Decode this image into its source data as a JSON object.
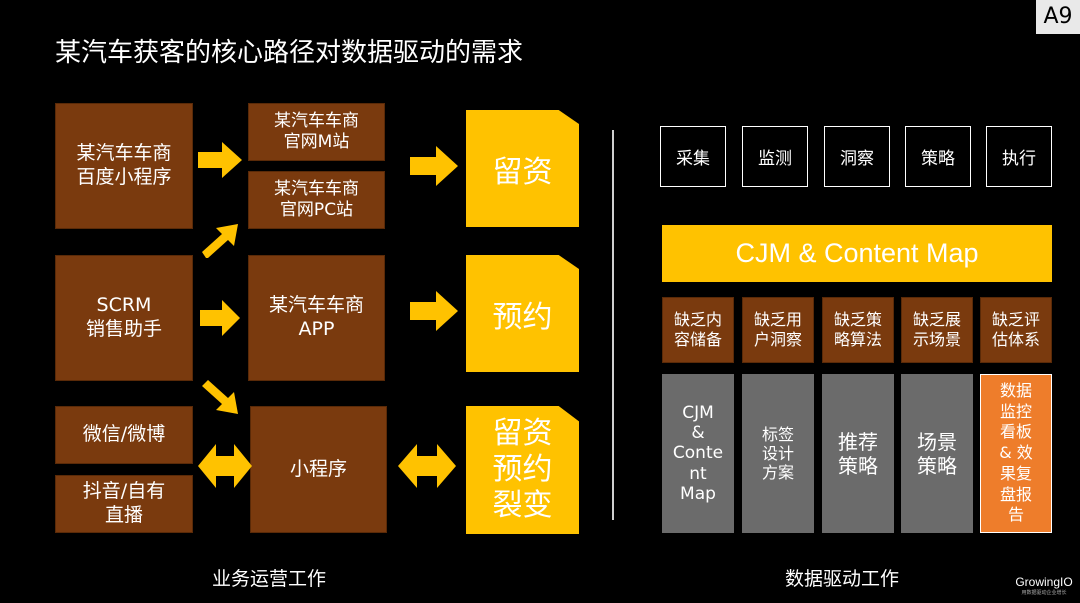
{
  "title": "某汽车获客的核心路径对数据驱动的需求",
  "slide_tag": "A9",
  "left": {
    "sources": {
      "baidu": [
        "某汽车车商",
        "百度小程序"
      ],
      "scrm": [
        "SCRM",
        "销售助手"
      ],
      "wechat": "微信/微博",
      "douyin": [
        "抖音/自有",
        "直播"
      ]
    },
    "channels": {
      "m_site": [
        "某汽车车商",
        "官网M站"
      ],
      "pc_site": [
        "某汽车车商",
        "官网PC站"
      ],
      "app": [
        "某汽车车商",
        "APP"
      ],
      "mini_program": "小程序"
    },
    "outcomes": {
      "leads": "留资",
      "booking": "预约",
      "combo": [
        "留资",
        "预约",
        "裂变"
      ]
    },
    "caption": "业务运营工作"
  },
  "right": {
    "stages": [
      "采集",
      "监测",
      "洞察",
      "策略",
      "执行"
    ],
    "banner": "CJM & Content Map",
    "gaps": [
      [
        "缺乏内",
        "容储备"
      ],
      [
        "缺乏用",
        "户洞察"
      ],
      [
        "缺乏策",
        "略算法"
      ],
      [
        "缺乏展",
        "示场景"
      ],
      [
        "缺乏评",
        "估体系"
      ]
    ],
    "solutions": [
      [
        "CJM",
        "&",
        "Conte",
        "nt",
        "Map"
      ],
      [
        "标签",
        "设计",
        "方案"
      ],
      [
        "推荐",
        "策略"
      ],
      [
        "场景",
        "策略"
      ],
      [
        "数据",
        "监控",
        "看板",
        "& 效",
        "果复",
        "盘报",
        "告"
      ]
    ],
    "caption": "数据驱动工作"
  },
  "logo": {
    "name": "GrowingIO",
    "tagline": "用数据驱动企业增长"
  },
  "colors": {
    "background": "#000000",
    "brown": "#7a3a0e",
    "yellow": "#ffc200",
    "gray": "#6b6b6b",
    "orange": "#ee7d2b"
  }
}
